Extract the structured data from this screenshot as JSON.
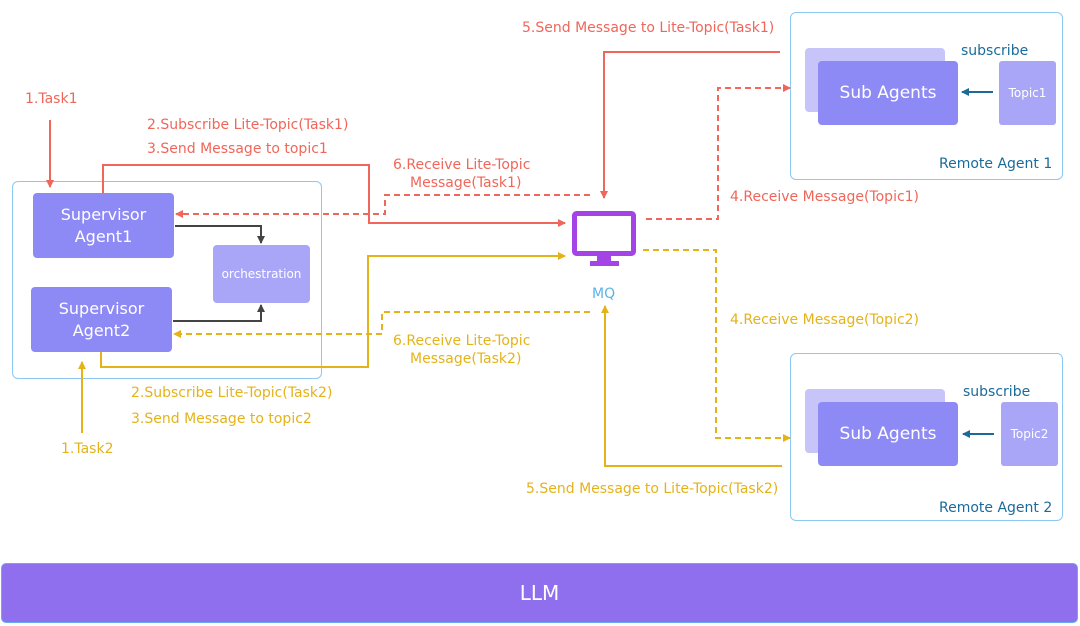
{
  "colors": {
    "task1": "#f0665a",
    "task2": "#e4b31a",
    "internal": "#444444",
    "agent_fill": "#8e8af5",
    "container_border": "#8cc8f4",
    "mq_icon": "#a444e6",
    "llm_fill": "#8f6fed"
  },
  "supervisor": {
    "agent1": "Supervisor Agent1",
    "agent2": "Supervisor Agent2",
    "orchestration": "orchestration"
  },
  "mq": {
    "label": "MQ",
    "icon": "monitor-icon"
  },
  "remote1": {
    "title": "Remote Agent 1",
    "sub_agents": "Sub Agents",
    "subscribe": "subscribe",
    "topic": "Topic1"
  },
  "remote2": {
    "title": "Remote Agent 2",
    "sub_agents": "Sub Agents",
    "subscribe": "subscribe",
    "topic": "Topic2"
  },
  "flow_task1": {
    "step1": "1.Task1",
    "step2": "2.Subscribe Lite-Topic(Task1)",
    "step3": "3.Send Message to topic1",
    "step4": "4.Receive Message(Topic1)",
    "step5": "5.Send Message to Lite-Topic(Task1)",
    "step6_line1": "6.Receive Lite-Topic",
    "step6_line2": "Message(Task1)"
  },
  "flow_task2": {
    "step1": "1.Task2",
    "step2": "2.Subscribe Lite-Topic(Task2)",
    "step3": "3.Send Message to topic2",
    "step4": "4.Receive Message(Topic2)",
    "step5": "5.Send Message to Lite-Topic(Task2)",
    "step6_line1": "6.Receive Lite-Topic",
    "step6_line2": "Message(Task2)"
  },
  "llm": {
    "label": "LLM"
  }
}
